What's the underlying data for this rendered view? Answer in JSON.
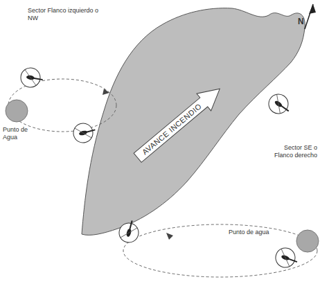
{
  "diagram": {
    "nodes": [
      {
        "text": [
          "AVANCE INCENDIO"
        ]
      }
    ],
    "labels": [
      "N",
      "Sector Flanco izquierdo o NW",
      "Punto de Agua",
      "Sector SE o Flanco derecho",
      "Punto de agua"
    ]
  }
}
